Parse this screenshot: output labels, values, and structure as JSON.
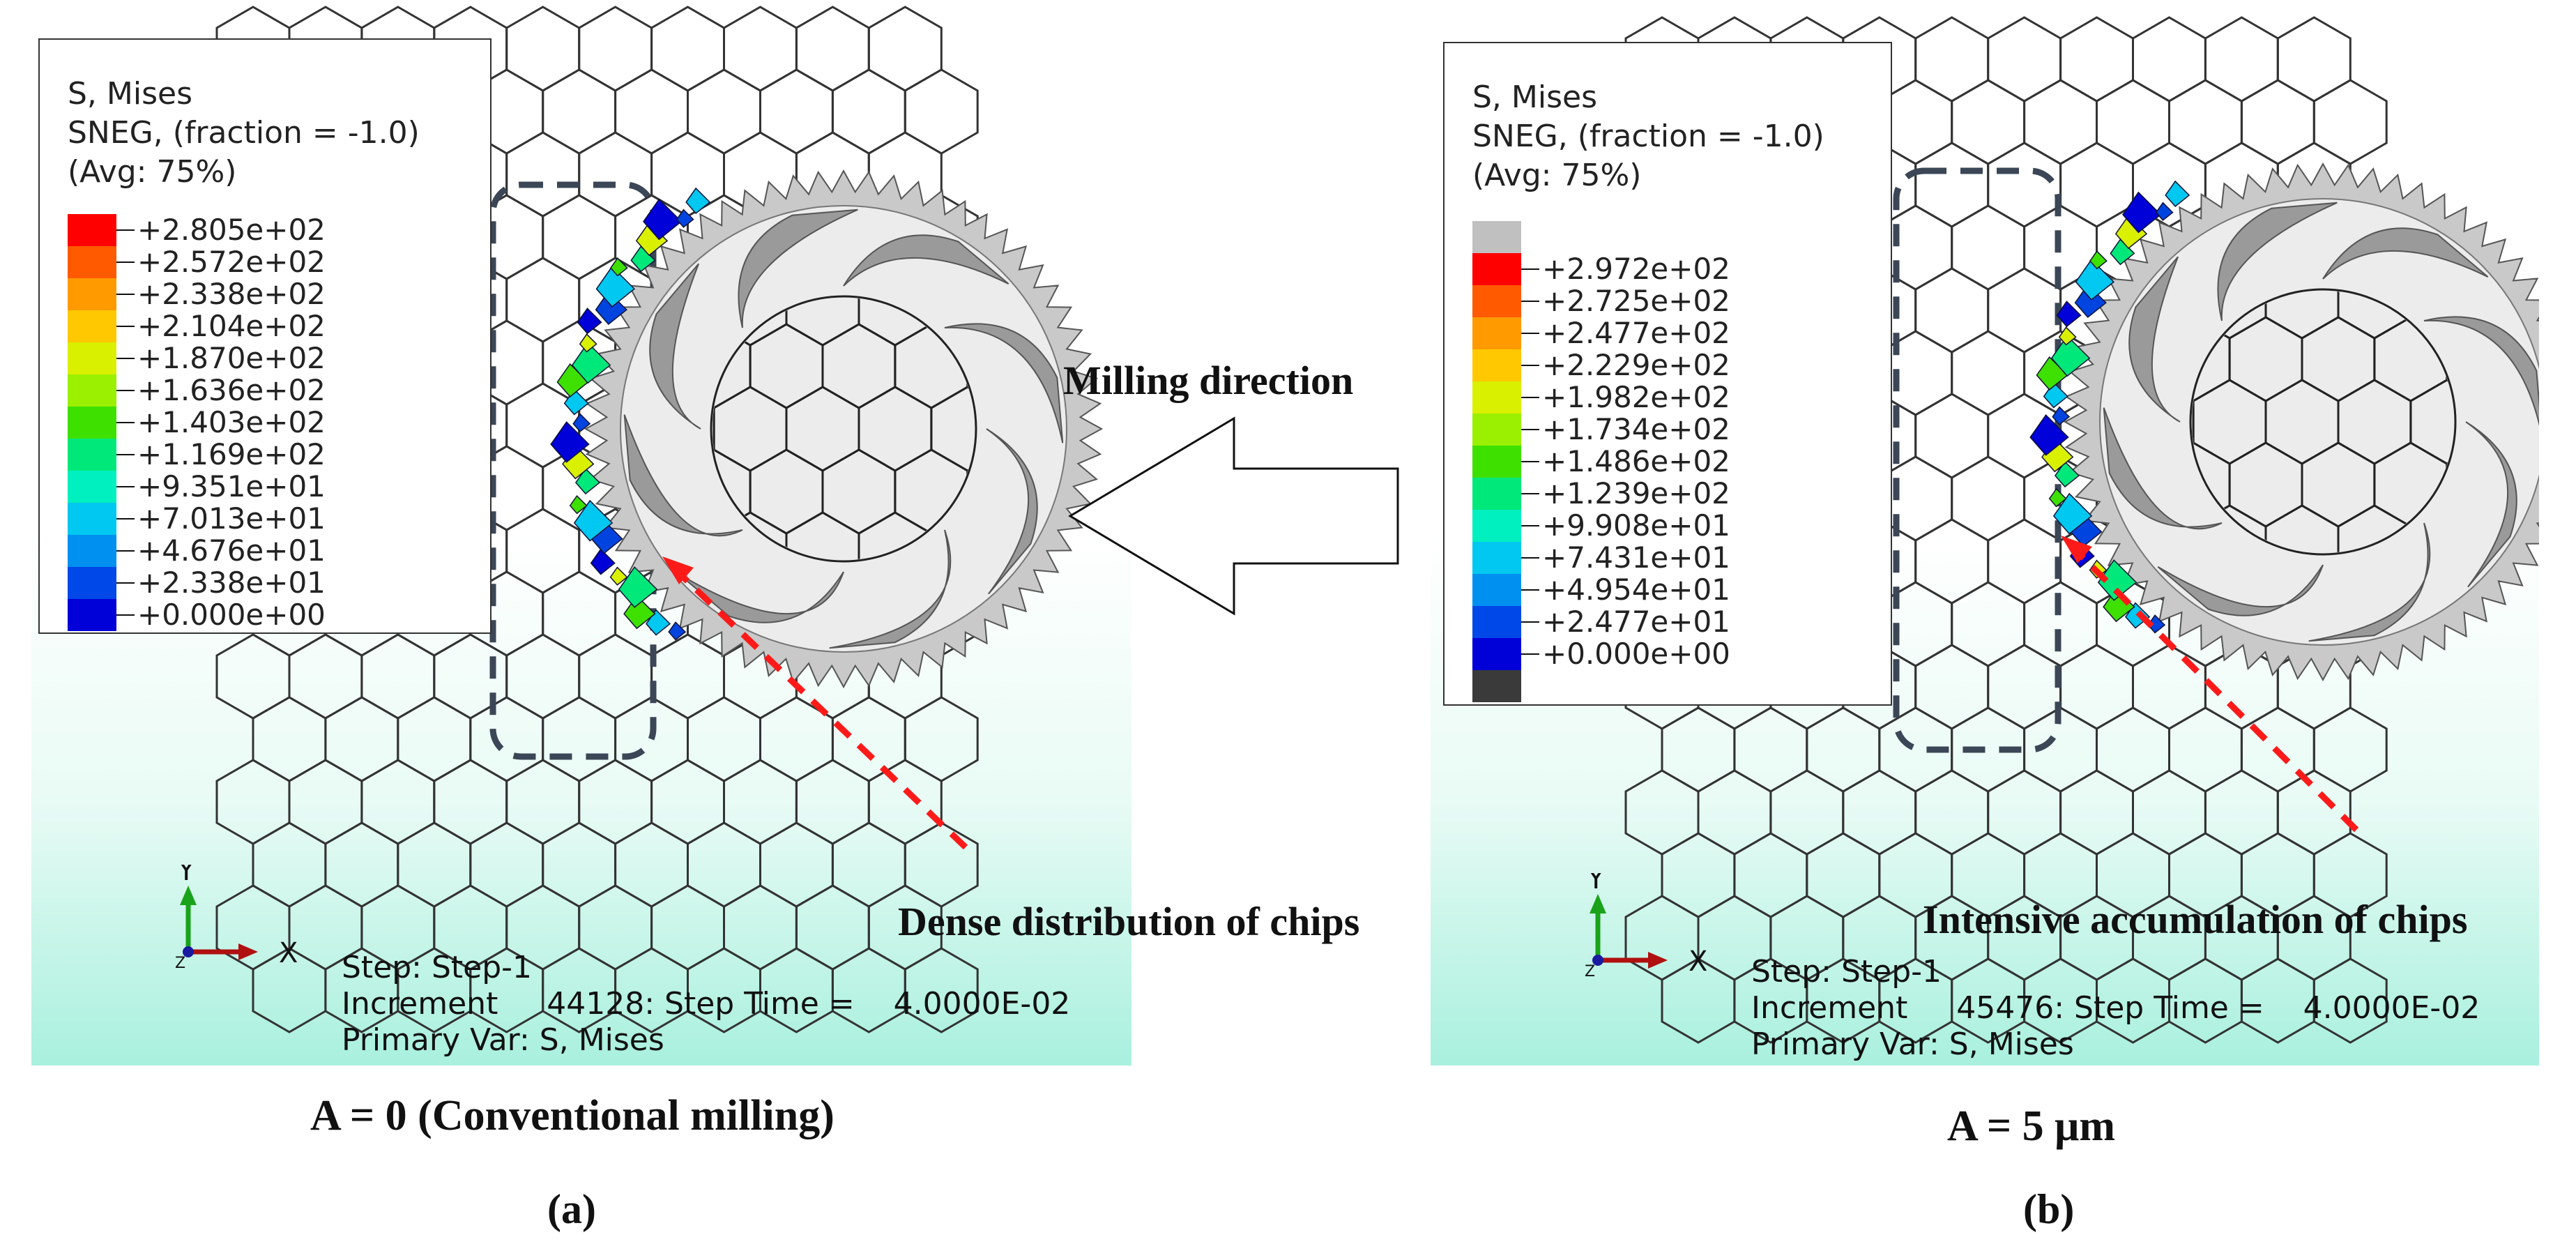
{
  "panels": [
    {
      "legend": {
        "title": "S, Mises",
        "line2": "SNEG, (fraction = -1.0)",
        "line3": "(Avg: 75%)",
        "values": [
          "+2.805e+02",
          "+2.572e+02",
          "+2.338e+02",
          "+2.104e+02",
          "+1.870e+02",
          "+1.636e+02",
          "+1.403e+02",
          "+1.169e+02",
          "+9.351e+01",
          "+7.013e+01",
          "+4.676e+01",
          "+2.338e+01",
          "+0.000e+00"
        ],
        "colors": [
          "#ff0000",
          "#ff5a00",
          "#ff9a00",
          "#ffc800",
          "#d9f000",
          "#9af000",
          "#3ee000",
          "#00e87a",
          "#00f0c0",
          "#00c8f0",
          "#0090f0",
          "#0048e8",
          "#0000d8"
        ]
      },
      "axes": {
        "y_label": "Y",
        "x_label": "X",
        "z_label": "Z"
      },
      "step_line": "Step: Step-1",
      "increment_line": "Increment     44128: Step Time =    4.0000E-02",
      "primary_line": "Primary Var: S, Mises",
      "annotation": "Dense distribution of chips",
      "condition": "A = 0  (Conventional milling)",
      "label": "(a)"
    },
    {
      "legend": {
        "title": "S, Mises",
        "line2": "SNEG, (fraction = -1.0)",
        "line3": "(Avg: 75%)",
        "values": [
          "+2.972e+02",
          "+2.725e+02",
          "+2.477e+02",
          "+2.229e+02",
          "+1.982e+02",
          "+1.734e+02",
          "+1.486e+02",
          "+1.239e+02",
          "+9.908e+01",
          "+7.431e+01",
          "+4.954e+01",
          "+2.477e+01",
          "+0.000e+00"
        ],
        "colors": [
          "#c0c0c0",
          "#ff0000",
          "#ff5a00",
          "#ff9a00",
          "#ffc800",
          "#d9f000",
          "#9af000",
          "#3ee000",
          "#00e87a",
          "#00f0c0",
          "#00c8f0",
          "#0090f0",
          "#0048e8",
          "#0000d8",
          "#3a3a3a"
        ]
      },
      "axes": {
        "y_label": "Y",
        "x_label": "X",
        "z_label": "Z"
      },
      "step_line": "Step: Step-1",
      "increment_line": "Increment     45476: Step Time =    4.0000E-02",
      "primary_line": "Primary Var: S, Mises",
      "annotation": "Intensive accumulation of chips",
      "condition": "A = 5 μm",
      "label": "(b)"
    }
  ],
  "milling_direction": "Milling direction",
  "colors": {
    "arrow_red": "#ff1a1a",
    "dash_box": "#3b4656",
    "tool_gray": "#b5b5b5"
  }
}
